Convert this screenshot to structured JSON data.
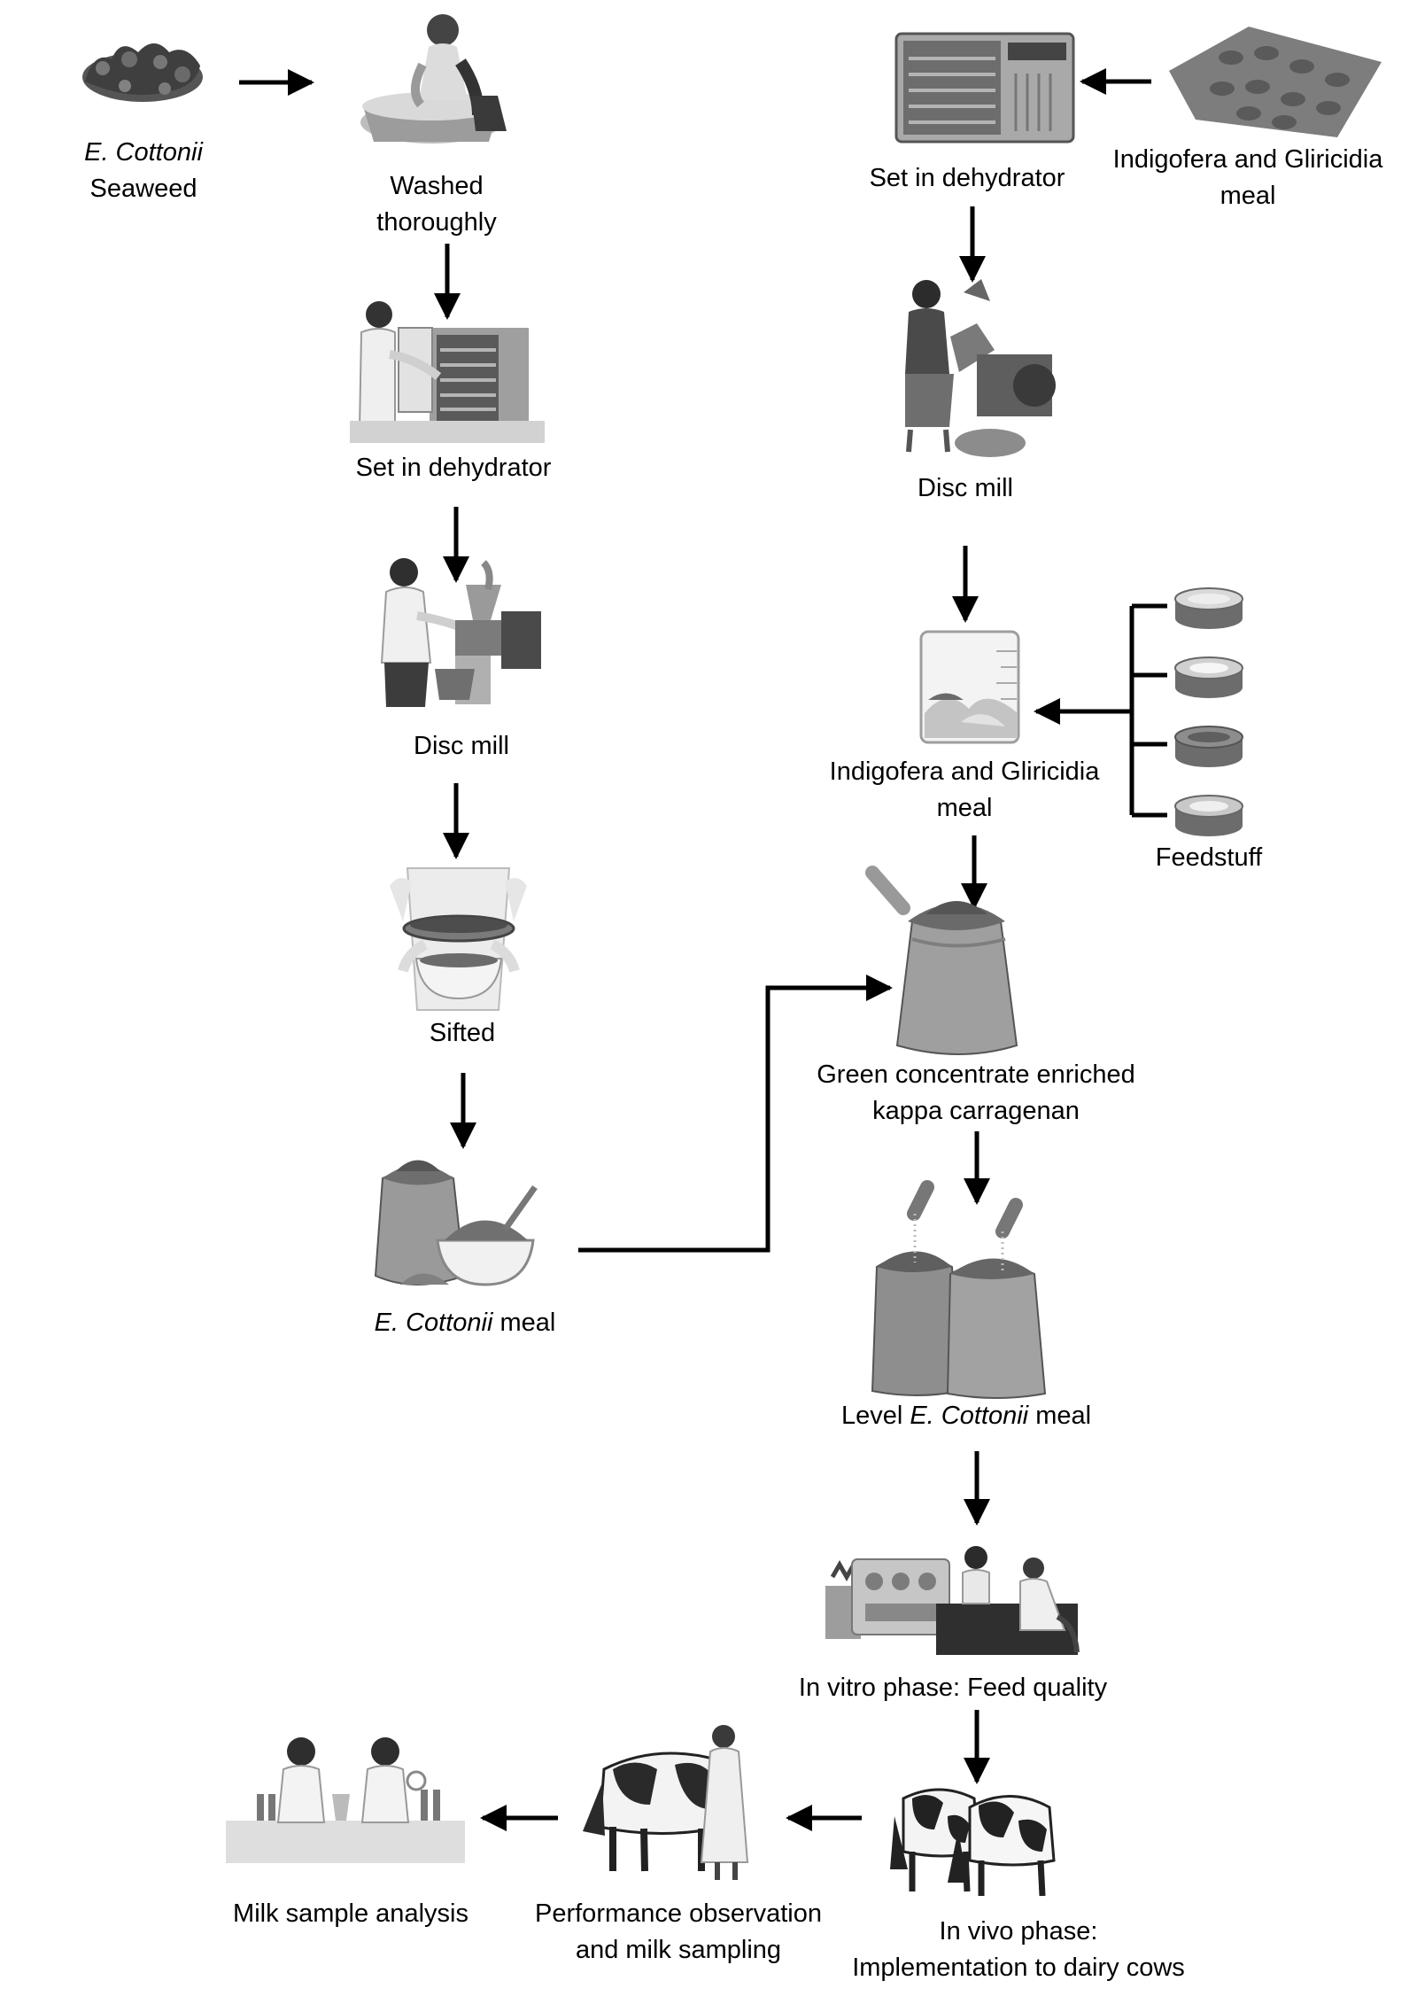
{
  "diagram": {
    "left_branch": {
      "seaweed": {
        "italic": "E. Cottonii",
        "text": "Seaweed"
      },
      "washed": {
        "line1": "Washed",
        "line2": "thoroughly"
      },
      "dehydrator": "Set in dehydrator",
      "disc_mill": "Disc mill",
      "sifted": "Sifted",
      "meal": {
        "italic": "E. Cottonii",
        "rest": " meal"
      }
    },
    "right_branch": {
      "leaf_meal": {
        "line1": "Indigofera and Gliricidia",
        "line2": "meal"
      },
      "dehydrator": "Set in dehydrator",
      "disc_mill": "Disc mill",
      "mix": {
        "line1": "Indigofera and Gliricidia",
        "line2": "meal"
      },
      "feedstuff": "Feedstuff",
      "concentrate": {
        "line1": "Green concentrate enriched",
        "line2": "kappa carragenan"
      },
      "level": {
        "prefix": "Level ",
        "italic": "E. Cottonii",
        "rest": " meal"
      },
      "in_vitro": "In vitro phase:  Feed quality",
      "in_vivo": {
        "line1": "In vivo phase:",
        "line2": "Implementation to dairy cows"
      }
    },
    "bottom_row": {
      "performance": {
        "line1": "Performance observation",
        "line2": "and milk sampling"
      },
      "milk_analysis": "Milk sample analysis"
    },
    "colors": {
      "arrow": "#000000",
      "illustration_dark": "#3f3f3f",
      "illustration_mid": "#8a8a8a",
      "illustration_light": "#cfcfcf"
    }
  }
}
